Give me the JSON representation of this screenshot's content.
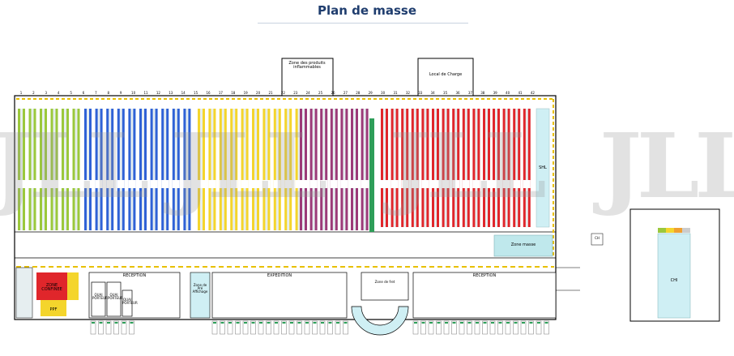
{
  "title": "Plan de masse",
  "watermark": "JLL",
  "colors": {
    "green": "#9bc83c",
    "blue": "#2f62d6",
    "yellow": "#f4d52c",
    "purple": "#9b3a78",
    "red": "#e0262b",
    "aisle": "#e6eef0",
    "outline": "#000000",
    "dashed": "#e8c000",
    "teal_zone": "#bfe8ec",
    "light_blue": "#cfeff4"
  },
  "labels": {
    "zone_inflammables": "Zone des produits inflammables",
    "local_charge": "Local de Charge",
    "reception_left": "RECEPTION",
    "expedition": "EXPEDITION",
    "reception_right": "RECEPTION",
    "zone_red_left": "ZONE CONFINEE",
    "ppf": "PPF",
    "quai_left_1": "QUAI PORTEUR",
    "quai_left_2": "QUAI PORTEUR",
    "quai_left_3": "QUAI PORTEUR",
    "zone_mid": "Zone de Pré Affichage",
    "zone_center": "Zone de fret",
    "zone_masse": "Zone masse",
    "side_label": "SHL",
    "right_block": "CHI",
    "ch_box": "CH"
  },
  "column_numbers": [
    "1",
    "2",
    "3",
    "4",
    "5",
    "6",
    "7",
    "8",
    "9",
    "10",
    "11",
    "12",
    "13",
    "14",
    "15",
    "16",
    "17",
    "18",
    "19",
    "20",
    "21",
    "22",
    "23",
    "24",
    "25",
    "26",
    "27",
    "28",
    "29",
    "30",
    "31",
    "32",
    "33",
    "34",
    "35",
    "36",
    "37",
    "38",
    "39",
    "40",
    "41",
    "42"
  ]
}
